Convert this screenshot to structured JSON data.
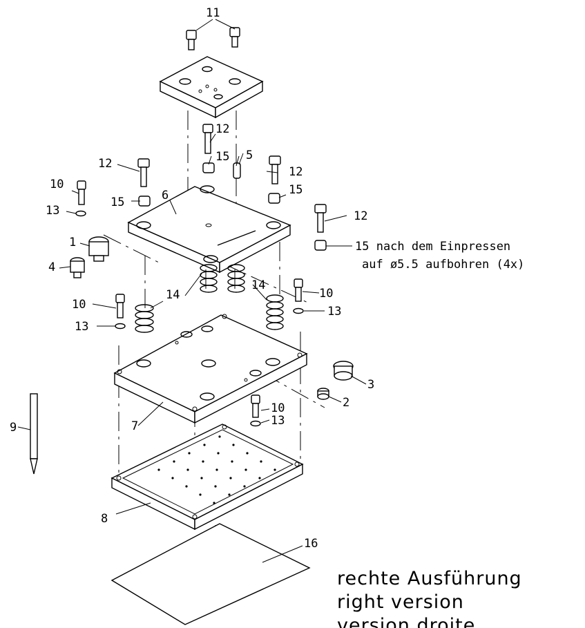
{
  "labels": {
    "l1": "1",
    "l2": "2",
    "l3": "3",
    "l4": "4",
    "l5": "5",
    "l6": "6",
    "l7": "7",
    "l8": "8",
    "l9": "9",
    "l10": "10",
    "l11": "11",
    "l12": "12",
    "l13": "13",
    "l14": "14",
    "l15": "15",
    "l16": "16"
  },
  "note": {
    "line1": "15 nach dem Einpressen",
    "line2": "auf ø5.5 aufbohren (4x)"
  },
  "version": {
    "de": "rechte Ausführung",
    "en": "right version",
    "fr": "version droite"
  }
}
